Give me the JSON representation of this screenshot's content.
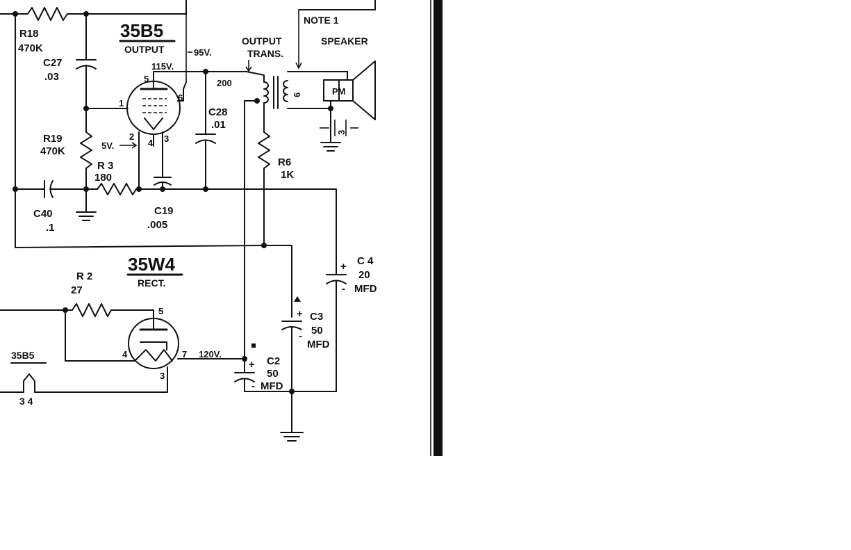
{
  "tubes": {
    "output": {
      "type": "35B5",
      "function": "OUTPUT",
      "pin_1": "1",
      "pin_2": "2",
      "pin_3": "3",
      "pin_4": "4",
      "pin_5": "5",
      "pin_6": "6",
      "plate_voltage": "115V.",
      "screen_voltage": "95V.",
      "cathode_voltage": "5V."
    },
    "rectifier": {
      "type": "35W4",
      "function": "RECT.",
      "pin_3": "3",
      "pin_4": "4",
      "pin_5": "5",
      "pin_7": "7",
      "output_voltage": "120V."
    }
  },
  "resistors": {
    "r18": {
      "name": "R18",
      "value": "470K"
    },
    "r19": {
      "name": "R19",
      "value": "470K"
    },
    "r3": {
      "name": "R 3",
      "value": "180"
    },
    "r6": {
      "name": "R6",
      "value": "1K"
    },
    "r2": {
      "name": "R 2",
      "value": "27"
    }
  },
  "capacitors": {
    "c27": {
      "name": "C27",
      "value": ".03"
    },
    "c28": {
      "name": "C28",
      "value": ".01"
    },
    "c40": {
      "name": "C40",
      "value": ".1"
    },
    "c19": {
      "name": "C19",
      "value": ".005"
    },
    "c4": {
      "name": "C 4",
      "value": "20",
      "unit": "MFD",
      "plus": "+",
      "minus": "-"
    },
    "c3": {
      "name": "C3",
      "value": "50",
      "unit": "MFD",
      "plus": "+",
      "minus": "-"
    },
    "c2": {
      "name": "C2",
      "value": "50",
      "unit": "MFD",
      "plus": "+",
      "minus": "-"
    }
  },
  "output_transformer": {
    "label_line1": "OUTPUT",
    "label_line2": "TRANS.",
    "primary": "200",
    "secondary": "6"
  },
  "speaker": {
    "label": "SPEAKER",
    "type": "PM",
    "voice_coil": "3"
  },
  "note": "NOTE  1",
  "heater": {
    "tube": "35B5",
    "pins": "3  4"
  }
}
